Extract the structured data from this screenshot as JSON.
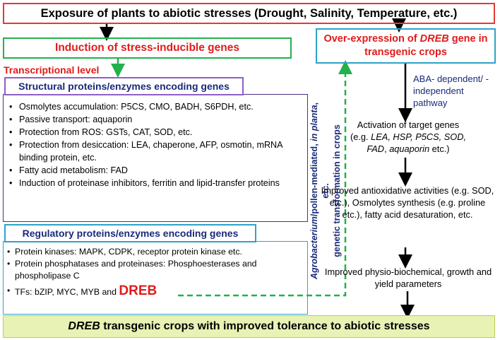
{
  "title": "Exposure of plants to abiotic stresses (Drought, Salinity, Temperature, etc.)",
  "induction": "Induction of stress-inducible genes",
  "transcriptional_label": "Transcriptional level",
  "structural": {
    "header": "Structural proteins/enzymes encoding genes",
    "items": [
      "Osmolytes accumulation: P5CS, CMO, BADH, S6PDH, etc.",
      "Passive transport: aquaporin",
      "Protection from ROS: GSTs, CAT, SOD, etc.",
      "Protection from desiccation: LEA, chaperone, AFP, osmotin, mRNA binding protein, etc.",
      "Fatty acid metabolism: FAD",
      "Induction of proteinase inhibitors, ferritin and lipid-transfer proteins"
    ]
  },
  "regulatory": {
    "header": "Regulatory proteins/enzymes encoding genes",
    "items": [
      "Protein kinases: MAPK, CDPK, receptor protein kinase etc.",
      "Protein phosphatases and proteinases: Phosphoesterases and phospholipase C"
    ],
    "tf_prefix": "TFs: bZIP, MYC, MYB and ",
    "tf_highlight": "DREB"
  },
  "right": {
    "overexp_pre": "Over-expression of ",
    "overexp_gene": "DREB",
    "overexp_post": " gene in transgenic crops",
    "aba": "ABA- dependent/ -independent pathway",
    "activation_line1": "Activation of  target genes",
    "activation_prefix": "(e.g. ",
    "activation_genes": "LEA, HSP, P5CS, SOD,",
    "activation_genes2": "FAD",
    "activation_sep": ", ",
    "activation_genes3": "aquaporin",
    "activation_suffix": " etc.)",
    "improved_antioxidative": "Improved antioxidative activities (e.g. SOD, etc.), Osmolytes synthesis (e.g. proline etc.), fatty acid desaturation, etc.",
    "improved_physio": "Improved physio-biochemical, growth and yield  parameters"
  },
  "vertical": {
    "part1": "Agrobacterium",
    "part2": "/pollen-mediated, ",
    "part3": "in planta",
    "part4": ", etc.",
    "line2": "genetic  transformation in crops"
  },
  "bottom": {
    "gene": "DREB",
    "text": " transgenic crops with improved tolerance to abiotic stresses"
  },
  "colors": {
    "red": "#e01b1b",
    "green": "#22b14c",
    "navy": "#1a2a7a",
    "purple": "#8e5fc7",
    "cyan": "#2ea3c8",
    "lime_bg": "#e8f2b4"
  }
}
